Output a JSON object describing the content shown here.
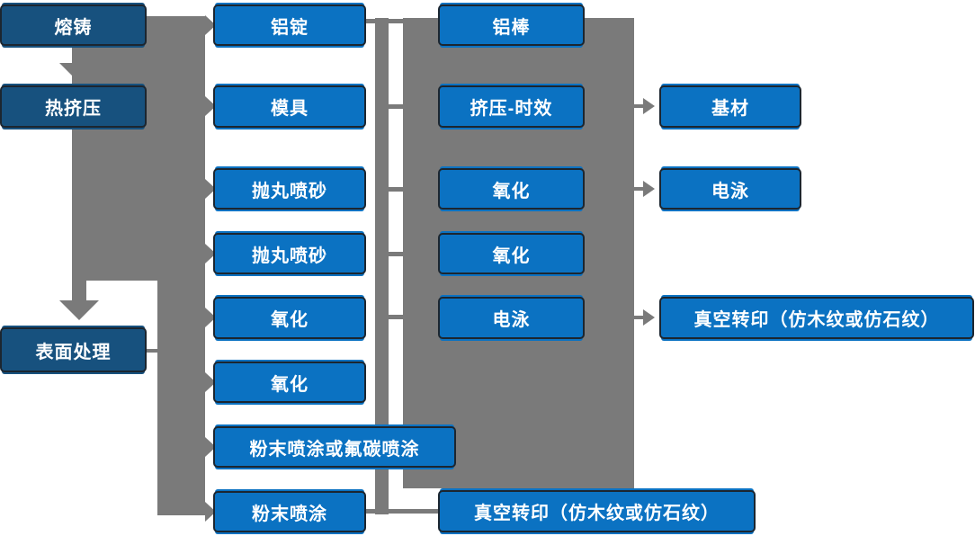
{
  "flowchart": {
    "stage_column": [
      "熔铸",
      "热挤压",
      "表面处理"
    ],
    "process_column": [
      "铝锭",
      "模具",
      "抛丸喷砂",
      "抛丸喷砂",
      "氧化",
      "氧化",
      "粉末喷涂或氟碳喷涂",
      "粉末喷涂"
    ],
    "treatment_column": [
      "铝棒",
      "挤压-时效",
      "氧化",
      "氧化",
      "电泳",
      "真空转印（仿木纹或仿石纹）"
    ],
    "output_column": [
      "基材",
      "电泳",
      "真空转印（仿木纹或仿石纹）"
    ]
  },
  "colors": {
    "stage_box": "#17517E",
    "process_box": "#0B72C2",
    "connector": "#7A7A7A",
    "text": "#FFFFFF",
    "background": "#FFFFFF"
  }
}
